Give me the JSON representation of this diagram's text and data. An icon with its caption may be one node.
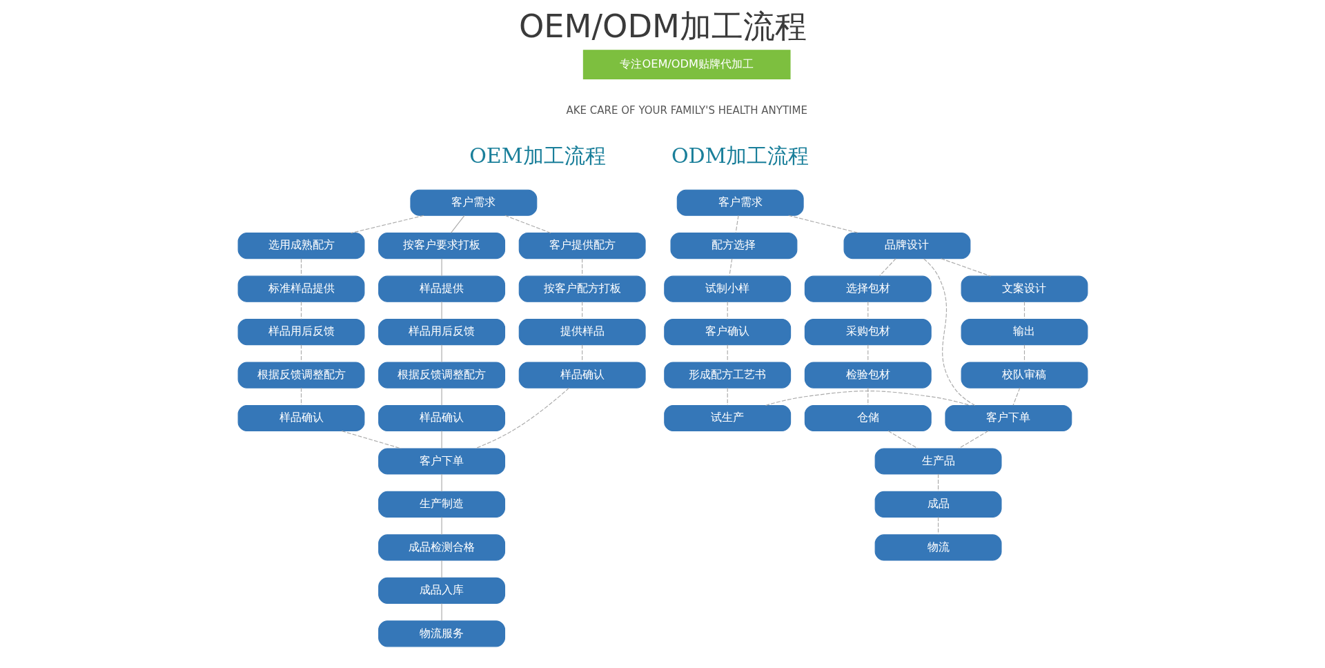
{
  "diagram": {
    "title": "OEM/ODM加工流程",
    "nodes": [
      {
        "text": [
          "专注OEM/ODM贴牌代加工"
        ]
      },
      {
        "text": [
          "客户需求"
        ]
      },
      {
        "text": [
          "选用成熟配方"
        ]
      },
      {
        "text": [
          "按客户要求打板"
        ]
      },
      {
        "text": [
          "客户提供配方"
        ]
      },
      {
        "text": [
          "标准样品提供"
        ]
      },
      {
        "text": [
          "样品提供"
        ]
      },
      {
        "text": [
          "按客户配方打板"
        ]
      },
      {
        "text": [
          "样品用后反馈"
        ]
      },
      {
        "text": [
          "样品用后反馈"
        ]
      },
      {
        "text": [
          "提供样品"
        ]
      },
      {
        "text": [
          "根据反馈调整配方"
        ]
      },
      {
        "text": [
          "根据反馈调整配方"
        ]
      },
      {
        "text": [
          "样品确认"
        ]
      },
      {
        "text": [
          "样品确认"
        ]
      },
      {
        "text": [
          "样品确认"
        ]
      },
      {
        "text": [
          "客户下单"
        ]
      },
      {
        "text": [
          "生产制造"
        ]
      },
      {
        "text": [
          "成品检测合格"
        ]
      },
      {
        "text": [
          "成品入库"
        ]
      },
      {
        "text": [
          "物流服务"
        ]
      },
      {
        "text": [
          "客户需求"
        ]
      },
      {
        "text": [
          "配方选择"
        ]
      },
      {
        "text": [
          "品牌设计"
        ]
      },
      {
        "text": [
          "试制小样"
        ]
      },
      {
        "text": [
          "文案设计"
        ]
      },
      {
        "text": [
          "选择包材"
        ]
      },
      {
        "text": [
          "客户确认"
        ]
      },
      {
        "text": [
          "输出"
        ]
      },
      {
        "text": [
          "采购包材"
        ]
      },
      {
        "text": [
          "形成配方工艺书"
        ]
      },
      {
        "text": [
          "校队审稿"
        ]
      },
      {
        "text": [
          "检验包材"
        ]
      },
      {
        "text": [
          "试生产"
        ]
      },
      {
        "text": [
          "客户下单"
        ]
      },
      {
        "text": [
          "仓储"
        ]
      },
      {
        "text": [
          "生产品"
        ]
      },
      {
        "text": [
          "成品"
        ]
      },
      {
        "text": [
          "物流"
        ]
      }
    ],
    "edges": [
      {
        "from": 1,
        "to": 3,
        "arrow": "none"
      },
      {
        "from": 3,
        "to": 6,
        "arrow": "none"
      },
      {
        "from": 6,
        "to": 9,
        "arrow": "none"
      },
      {
        "from": 9,
        "to": 12,
        "arrow": "none"
      },
      {
        "from": 12,
        "to": 15,
        "arrow": "none"
      },
      {
        "from": 15,
        "to": 16,
        "arrow": "none"
      },
      {
        "from": 16,
        "to": 17,
        "arrow": "none"
      },
      {
        "from": 17,
        "to": 18,
        "arrow": "none"
      },
      {
        "from": 18,
        "to": 19,
        "arrow": "none"
      },
      {
        "from": 19,
        "to": 20,
        "arrow": "none"
      },
      {
        "from": 1,
        "to": 2,
        "arrow": "none",
        "style": "dashed"
      },
      {
        "from": 2,
        "to": 5,
        "arrow": "none",
        "style": "dashed"
      },
      {
        "from": 5,
        "to": 8,
        "arrow": "none",
        "style": "dashed"
      },
      {
        "from": 8,
        "to": 11,
        "arrow": "none",
        "style": "dashed"
      },
      {
        "from": 11,
        "to": 14,
        "arrow": "none",
        "style": "dashed"
      },
      {
        "from": 14,
        "to": 16,
        "arrow": "none",
        "style": "dashed"
      },
      {
        "from": 1,
        "to": 4,
        "arrow": "none",
        "style": "dashed"
      },
      {
        "from": 4,
        "to": 7,
        "arrow": "none",
        "style": "dashed"
      },
      {
        "from": 7,
        "to": 10,
        "arrow": "none",
        "style": "dashed"
      },
      {
        "from": 10,
        "to": 13,
        "arrow": "none",
        "style": "dashed"
      },
      {
        "from": 13,
        "to": 16,
        "arrow": "none",
        "style": "dashed"
      },
      {
        "from": 21,
        "to": 22,
        "arrow": "none",
        "style": "dashed"
      },
      {
        "from": 22,
        "to": 24,
        "arrow": "none",
        "style": "dashed"
      },
      {
        "from": 24,
        "to": 27,
        "arrow": "none",
        "style": "dashed"
      },
      {
        "from": 27,
        "to": 30,
        "arrow": "none",
        "style": "dashed"
      },
      {
        "from": 30,
        "to": 33,
        "arrow": "none",
        "style": "dashed"
      },
      {
        "from": 33,
        "to": 34,
        "arrow": "none",
        "style": "dashed"
      },
      {
        "from": 21,
        "to": 23,
        "arrow": "none",
        "style": "dashed"
      },
      {
        "from": 23,
        "to": 25,
        "arrow": "none",
        "style": "dashed"
      },
      {
        "from": 25,
        "to": 28,
        "arrow": "none",
        "style": "dashed"
      },
      {
        "from": 28,
        "to": 31,
        "arrow": "none",
        "style": "dashed"
      },
      {
        "from": 31,
        "to": 34,
        "arrow": "none",
        "style": "dashed"
      },
      {
        "from": 34,
        "to": 36,
        "arrow": "none",
        "style": "dashed"
      },
      {
        "from": 36,
        "to": 37,
        "arrow": "none",
        "style": "dashed"
      },
      {
        "from": 37,
        "to": 38,
        "arrow": "none",
        "style": "dashed"
      },
      {
        "from": 23,
        "to": 26,
        "arrow": "none",
        "style": "dashed"
      },
      {
        "from": 26,
        "to": 29,
        "arrow": "none",
        "style": "dashed"
      },
      {
        "from": 29,
        "to": 32,
        "arrow": "none",
        "style": "dashed"
      },
      {
        "from": 32,
        "to": 35,
        "arrow": "none",
        "style": "dashed"
      },
      {
        "from": 35,
        "to": 36,
        "arrow": "none",
        "style": "dashed"
      },
      {
        "from": 23,
        "to": 34,
        "arrow": "none",
        "style": "dashed"
      }
    ],
    "labels": [
      "AKE CARE OF YOUR FAMILY'S HEALTH ANYTIME",
      "OEM加工流程",
      "ODM加工流程"
    ]
  }
}
